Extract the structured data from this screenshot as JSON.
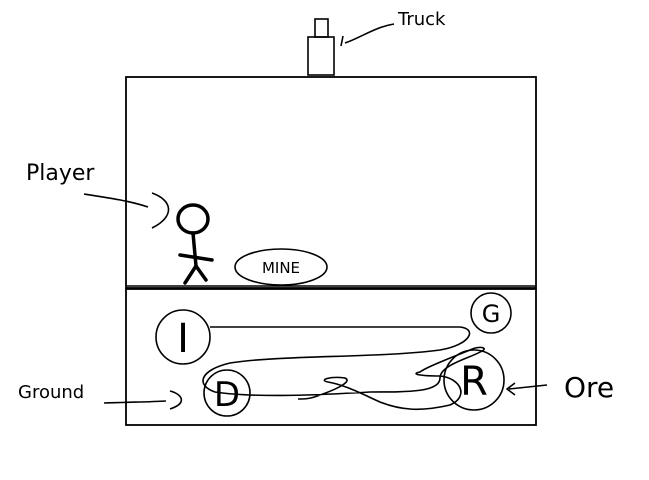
{
  "labels": {
    "truck": "Truck",
    "player": "Player",
    "ground": "Ground",
    "ore": "Ore"
  },
  "mine_button": {
    "label": "MINE"
  },
  "ores": [
    {
      "letter": "I"
    },
    {
      "letter": "G"
    },
    {
      "letter": "D"
    },
    {
      "letter": "R"
    }
  ],
  "colors": {
    "ink": "#000000",
    "background": "#ffffff"
  }
}
